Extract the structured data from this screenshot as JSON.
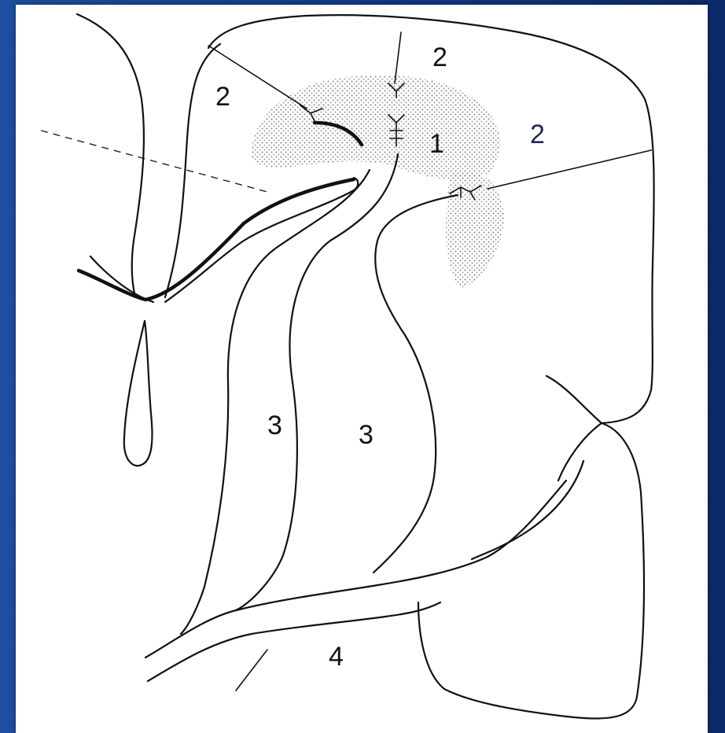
{
  "diagram": {
    "labels": {
      "region_1": "1",
      "region_2_left": "2",
      "region_2_top": "2",
      "region_2_right": "2",
      "region_3_left": "3",
      "region_3_right": "3",
      "region_4": "4"
    },
    "colors": {
      "background": "#1e4fa0",
      "panel": "#ffffff",
      "stroke": "#111111",
      "stipple": "#777777"
    }
  }
}
